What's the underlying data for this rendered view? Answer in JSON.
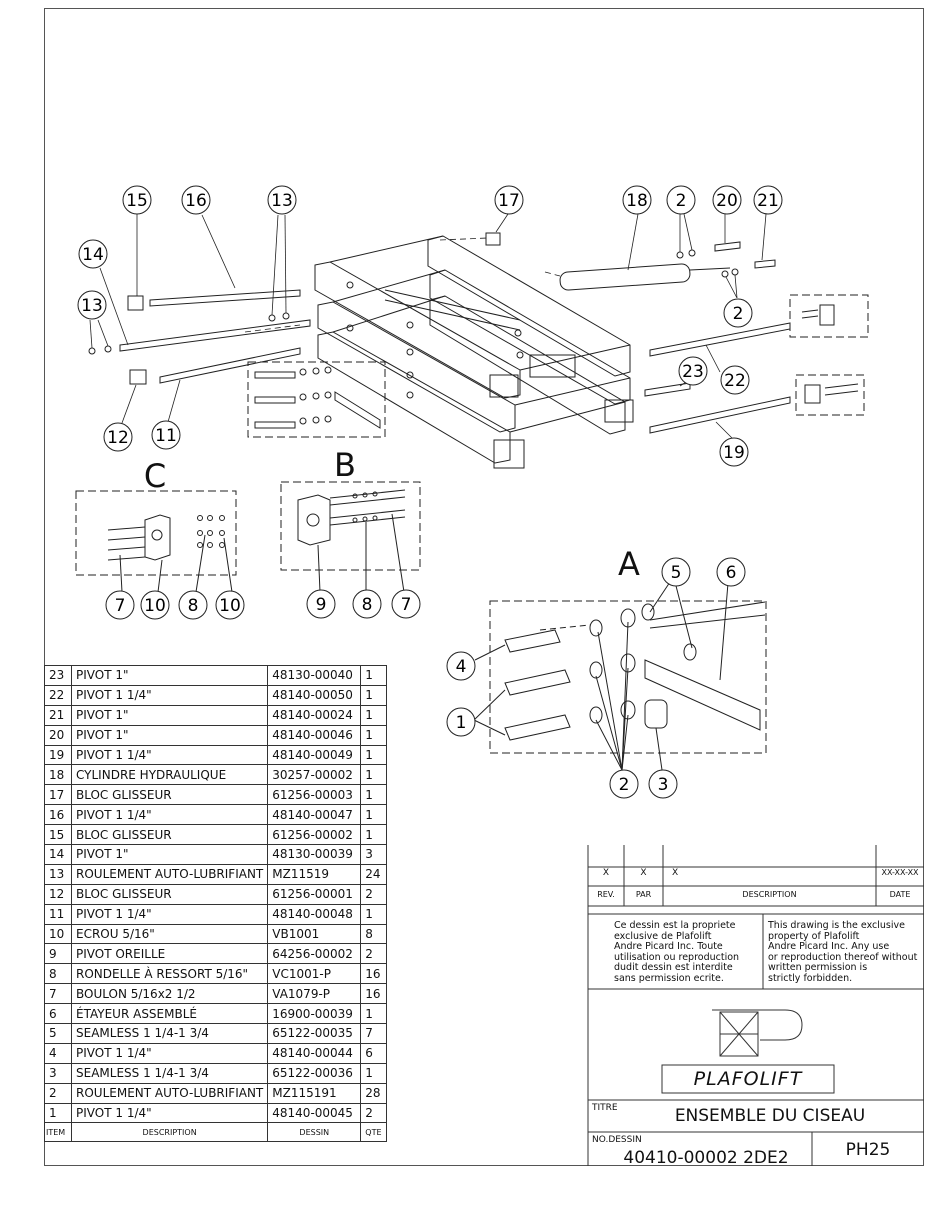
{
  "callouts": {
    "c1": "1",
    "c2": "2",
    "c3": "3",
    "c4": "4",
    "c5": "5",
    "c6": "6",
    "c7": "7",
    "c8": "8",
    "c9": "9",
    "c10": "10",
    "c11": "11",
    "c12": "12",
    "c13": "13",
    "c14": "14",
    "c15": "15",
    "c16": "16",
    "c17": "17",
    "c18": "18",
    "c19": "19",
    "c20": "20",
    "c21": "21",
    "c22": "22",
    "c23": "23"
  },
  "views": {
    "a": "A",
    "b": "B",
    "c": "C"
  },
  "bom": {
    "header": {
      "item": "ITEM",
      "description": "DESCRIPTION",
      "dessin": "DESSIN",
      "qte": "QTE"
    },
    "rows": [
      {
        "item": "23",
        "description": "PIVOT 1\"",
        "dessin": "48130-00040",
        "qte": "1"
      },
      {
        "item": "22",
        "description": "PIVOT 1 1/4\"",
        "dessin": "48140-00050",
        "qte": "1"
      },
      {
        "item": "21",
        "description": "PIVOT 1\"",
        "dessin": "48140-00024",
        "qte": "1"
      },
      {
        "item": "20",
        "description": "PIVOT 1\"",
        "dessin": "48140-00046",
        "qte": "1"
      },
      {
        "item": "19",
        "description": "PIVOT 1 1/4\"",
        "dessin": "48140-00049",
        "qte": "1"
      },
      {
        "item": "18",
        "description": "CYLINDRE HYDRAULIQUE",
        "dessin": "30257-00002",
        "qte": "1"
      },
      {
        "item": "17",
        "description": "BLOC GLISSEUR",
        "dessin": "61256-00003",
        "qte": "1"
      },
      {
        "item": "16",
        "description": "PIVOT 1 1/4\"",
        "dessin": "48140-00047",
        "qte": "1"
      },
      {
        "item": "15",
        "description": "BLOC GLISSEUR",
        "dessin": "61256-00002",
        "qte": "1"
      },
      {
        "item": "14",
        "description": "PIVOT 1\"",
        "dessin": "48130-00039",
        "qte": "3"
      },
      {
        "item": "13",
        "description": "ROULEMENT AUTO-LUBRIFIANT",
        "dessin": "MZ11519",
        "qte": "24"
      },
      {
        "item": "12",
        "description": "BLOC GLISSEUR",
        "dessin": "61256-00001",
        "qte": "2"
      },
      {
        "item": "11",
        "description": "PIVOT 1 1/4\"",
        "dessin": "48140-00048",
        "qte": "1"
      },
      {
        "item": "10",
        "description": "ECROU 5/16\"",
        "dessin": "VB1001",
        "qte": "8"
      },
      {
        "item": "9",
        "description": "PIVOT OREILLE",
        "dessin": "64256-00002",
        "qte": "2"
      },
      {
        "item": "8",
        "description": "RONDELLE À RESSORT 5/16\"",
        "dessin": "VC1001-P",
        "qte": "16"
      },
      {
        "item": "7",
        "description": "BOULON 5/16x2 1/2",
        "dessin": "VA1079-P",
        "qte": "16"
      },
      {
        "item": "6",
        "description": "ÉTAYEUR ASSEMBLÉ",
        "dessin": "16900-00039",
        "qte": "1"
      },
      {
        "item": "5",
        "description": "SEAMLESS 1 1/4-1 3/4",
        "dessin": "65122-00035",
        "qte": "7"
      },
      {
        "item": "4",
        "description": "PIVOT 1 1/4\"",
        "dessin": "48140-00044",
        "qte": "6"
      },
      {
        "item": "3",
        "description": "SEAMLESS 1 1/4-1 3/4",
        "dessin": "65122-00036",
        "qte": "1"
      },
      {
        "item": "2",
        "description": "ROULEMENT AUTO-LUBRIFIANT",
        "dessin": "MZ115191",
        "qte": "28"
      },
      {
        "item": "1",
        "description": "PIVOT 1 1/4\"",
        "dessin": "48140-00045",
        "qte": "2"
      }
    ]
  },
  "title_block": {
    "rev_value": "X",
    "par_value": "X",
    "desc_value": "X",
    "date_value": "XX-XX-XX",
    "rev_label": "REV.",
    "par_label": "PAR",
    "desc_label": "DESCRIPTION",
    "date_label": "DATE",
    "legal_fr": [
      "Ce dessin est la propriete",
      "exclusive de Plafolift",
      "Andre Picard Inc. Toute",
      "utilisation ou reproduction",
      "dudit dessin est interdite",
      "sans permission ecrite."
    ],
    "legal_en": [
      "This drawing is the exclusive",
      "property of Plafolift",
      "Andre Picard Inc. Any use",
      "or reproduction thereof without",
      "written permission is",
      "strictly forbidden."
    ],
    "company": "PLAFOLIFT",
    "titre_label": "TITRE",
    "title": "ENSEMBLE DU CISEAU",
    "no_dessin_label": "NO.DESSIN",
    "drawing_number": "40410-00002 2DE2",
    "sheet_code": "PH25"
  }
}
